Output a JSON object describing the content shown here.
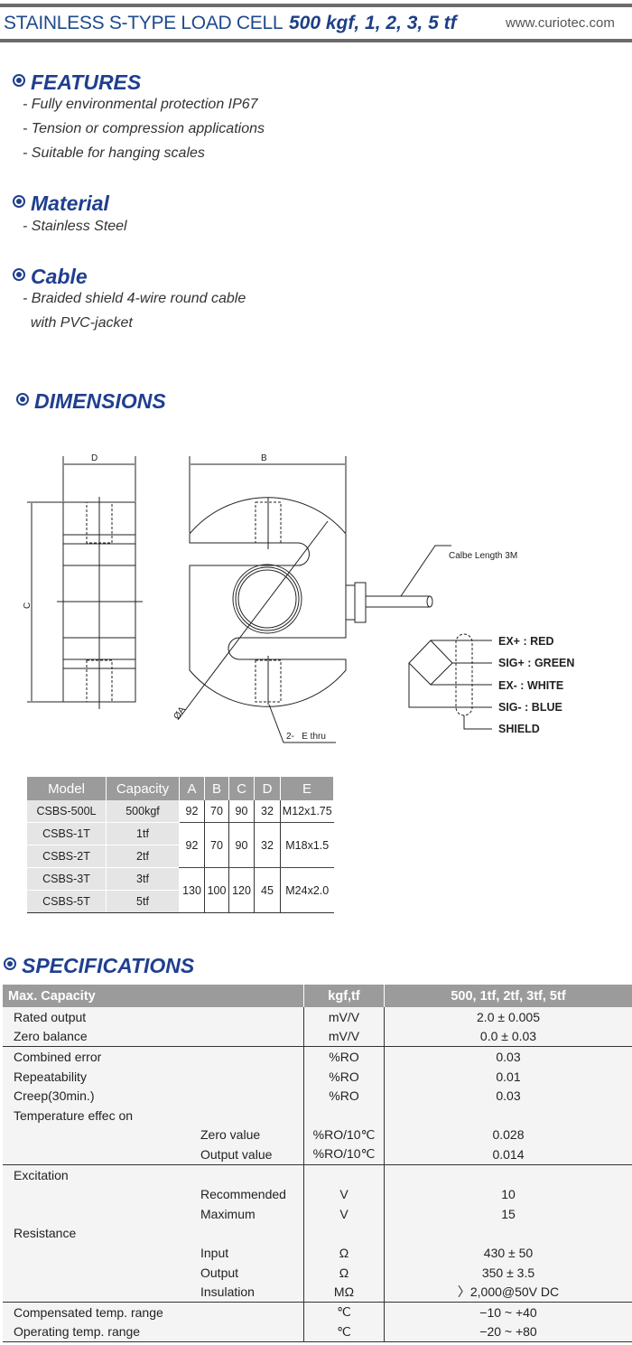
{
  "header": {
    "title": "STAINLESS S-TYPE LOAD CELL",
    "range": "500 kgf, 1, 2, 3, 5 tf",
    "url": "www.curiotec.com"
  },
  "features": {
    "heading": "FEATURES",
    "items": [
      "- Fully environmental protection IP67",
      "- Tension or compression applications",
      "- Suitable for hanging scales"
    ]
  },
  "material": {
    "heading": "Material",
    "items": [
      "- Stainless Steel"
    ]
  },
  "cable": {
    "heading": "Cable",
    "items": [
      "- Braided shield 4-wire round cable",
      "  with PVC-jacket"
    ]
  },
  "dimensions": {
    "heading": "DIMENSIONS",
    "drawing": {
      "label_d": "D",
      "label_c": "C",
      "label_b": "B",
      "label_a": "ØA",
      "label_e": "2-   E thru",
      "cable_length": "Calbe Length 3M",
      "wires": [
        "EX+ : RED",
        "SIG+ : GREEN",
        "EX- : WHITE",
        "SIG- : BLUE",
        "SHIELD"
      ]
    },
    "table": {
      "headers": [
        "Model",
        "Capacity",
        "A",
        "B",
        "C",
        "D",
        "E"
      ],
      "rows": [
        {
          "model": "CSBS-500L",
          "capacity": "500kgf",
          "a": "92",
          "b": "70",
          "c": "90",
          "d": "32",
          "e": "M12x1.75"
        },
        {
          "model": "CSBS-1T",
          "capacity": "1tf",
          "a": "92",
          "b": "70",
          "c": "90",
          "d": "32",
          "e": "M18x1.5"
        },
        {
          "model": "CSBS-2T",
          "capacity": "2tf"
        },
        {
          "model": "CSBS-3T",
          "capacity": "3tf",
          "a": "130",
          "b": "100",
          "c": "120",
          "d": "45",
          "e": "M24x2.0"
        },
        {
          "model": "CSBS-5T",
          "capacity": "5tf"
        }
      ]
    }
  },
  "specifications": {
    "heading": "SPECIFICATIONS",
    "header": [
      "Max. Capacity",
      "kgf,tf",
      "500, 1tf, 2tf, 3tf, 5tf"
    ],
    "rows": [
      {
        "label": "Rated output",
        "unit": "mV/V",
        "value": "2.0 ± 0.005"
      },
      {
        "label": "Zero balance",
        "unit": "mV/V",
        "value": "0.0 ± 0.03"
      },
      {
        "label": "Combined error",
        "unit": "%RO",
        "value": "0.03",
        "sep": true
      },
      {
        "label": "Repeatability",
        "unit": "%RO",
        "value": "0.01"
      },
      {
        "label": "Creep(30min.)",
        "unit": "%RO",
        "value": "0.03"
      },
      {
        "label": "Temperature effec on",
        "unit": "",
        "value": ""
      },
      {
        "sub": "Zero value",
        "unit": "%RO/10℃",
        "value": "0.028"
      },
      {
        "sub": "Output value",
        "unit": "%RO/10℃",
        "value": "0.014"
      },
      {
        "label": "Excitation",
        "unit": "",
        "value": "",
        "sep": true
      },
      {
        "sub": "Recommended",
        "unit": "V",
        "value": "10"
      },
      {
        "sub": "Maximum",
        "unit": "V",
        "value": "15"
      },
      {
        "label": "Resistance",
        "unit": "",
        "value": ""
      },
      {
        "sub": "Input",
        "unit": "Ω",
        "value": "430 ± 50"
      },
      {
        "sub": "Output",
        "unit": "Ω",
        "value": "350 ± 3.5"
      },
      {
        "sub": "Insulation",
        "unit": "MΩ",
        "value": "〉2,000@50V DC"
      },
      {
        "label": "Compensated temp. range",
        "unit": "℃",
        "value": "−10 ~ +40",
        "sep": true
      },
      {
        "label": "Operating temp. range",
        "unit": "℃",
        "value": "−20 ~ +80",
        "last": true
      }
    ]
  },
  "colors": {
    "accent": "#1f3f8f",
    "header_gray": "#9b9b9b"
  }
}
